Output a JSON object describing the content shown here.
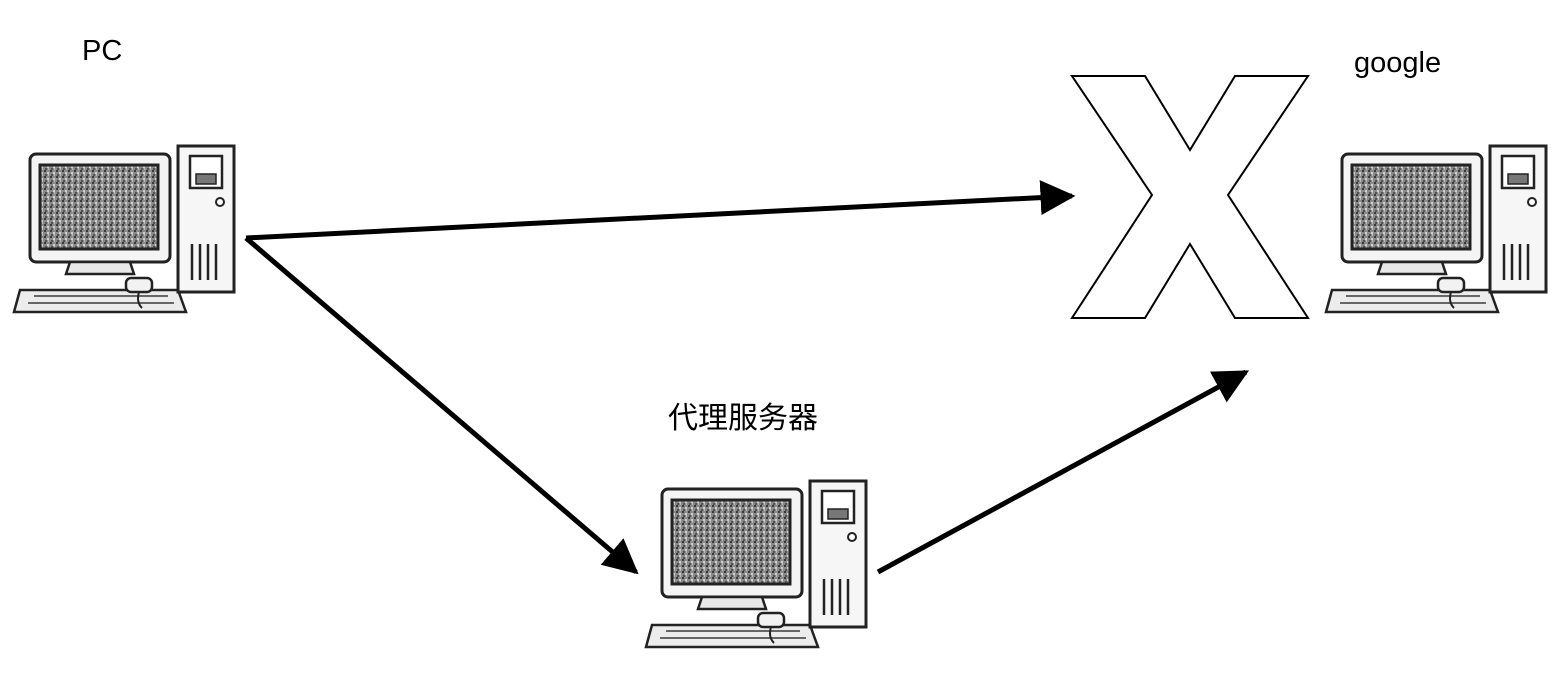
{
  "nodes": {
    "pc": {
      "label": "PC",
      "icon": "desktop-computer-icon"
    },
    "google": {
      "label": "google",
      "icon": "desktop-computer-icon"
    },
    "proxy": {
      "label": "代理服务器",
      "icon": "desktop-computer-icon"
    }
  },
  "edges": [
    {
      "from": "pc",
      "to": "google",
      "status": "blocked"
    },
    {
      "from": "pc",
      "to": "proxy",
      "status": "ok"
    },
    {
      "from": "proxy",
      "to": "google",
      "status": "ok"
    }
  ],
  "blocked_marker": {
    "icon": "blocked-x-icon"
  },
  "colors": {
    "line": "#000000",
    "background": "#ffffff"
  }
}
